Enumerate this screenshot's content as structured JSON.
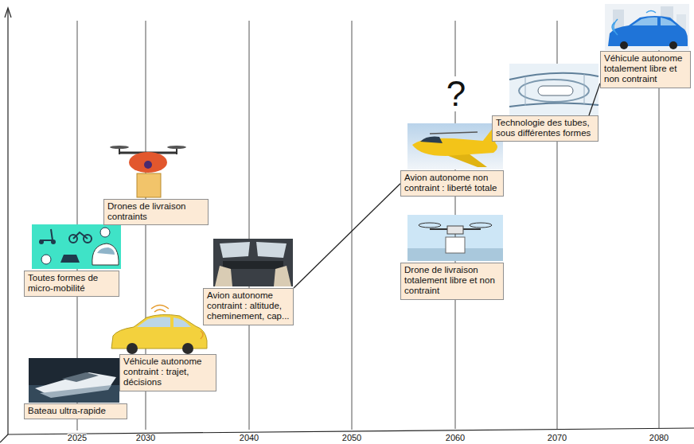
{
  "diagram": {
    "nodes": [
      {
        "text": [
          "Bateau ultra-rapide"
        ]
      },
      {
        "text": [
          "Toutes formes de micro-mobilité"
        ]
      },
      {
        "text": [
          "Véhicule autonome contraint : trajet, décisions"
        ]
      },
      {
        "text": [
          "Drones de livraison contraints"
        ]
      },
      {
        "text": [
          "Avion autonome contraint : altitude, cheminement, cap..."
        ]
      },
      {
        "text": [
          "Avion autonome non contraint : liberté totale"
        ]
      },
      {
        "text": [
          "Drone de livraison totalement libre et non contraint"
        ]
      },
      {
        "text": [
          "Technologie des tubes, sous différentes formes"
        ]
      },
      {
        "text": [
          "Véhicule autonome totalement libre et non contraint"
        ]
      }
    ],
    "edges": [
      {
        "from": 4,
        "to": 5,
        "arrow": "none"
      },
      {
        "from": 7,
        "to": 8,
        "arrow": "none"
      }
    ],
    "labels": [
      "?",
      "2025",
      "2030",
      "2040",
      "2050",
      "2060",
      "2070",
      "2080"
    ]
  }
}
